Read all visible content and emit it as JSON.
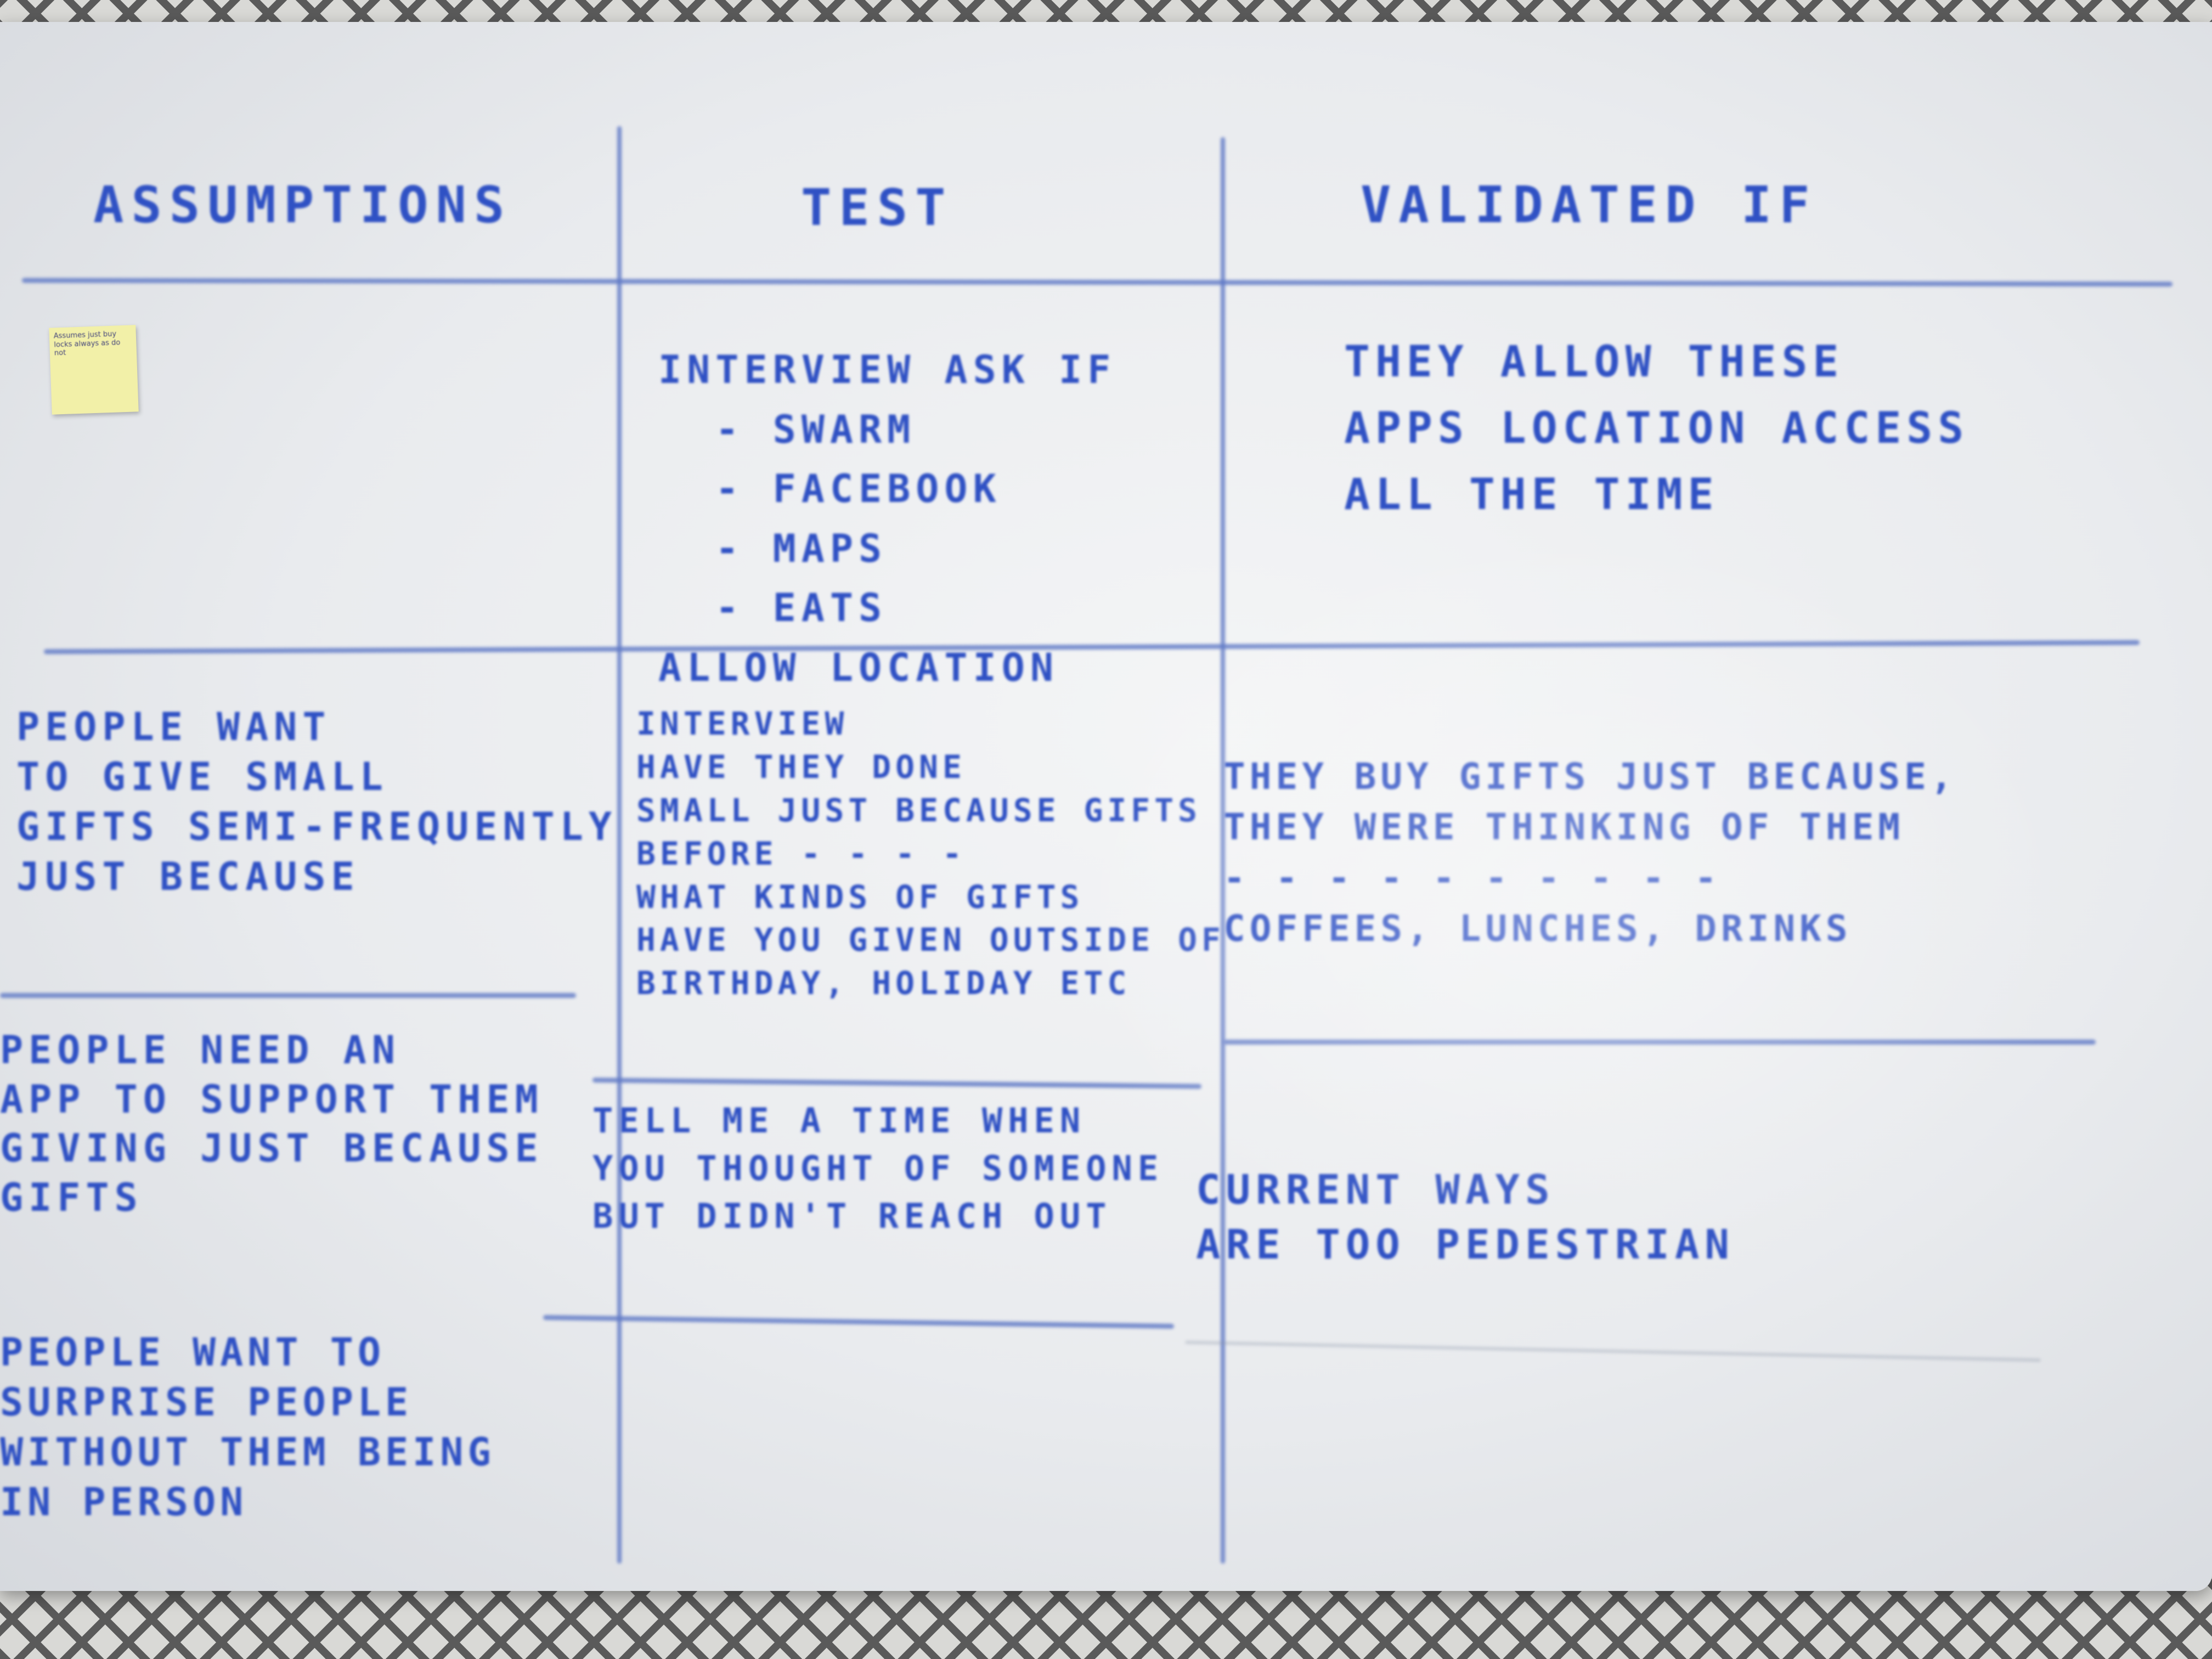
{
  "headers": {
    "assumptions": "ASSUMPTIONS",
    "test": "TEST",
    "validated_if": "VALIDATED IF"
  },
  "sticky_note": "Assumes just buy locks always as do not",
  "rows": [
    {
      "assumption": "",
      "test": "INTERVIEW ASK IF\n  - SWARM\n  - FACEBOOK\n  - MAPS\n  - EATS\nALLOW LOCATION",
      "validated": "THEY ALLOW THESE\nAPPS LOCATION ACCESS\nALL THE TIME"
    },
    {
      "assumption": "PEOPLE WANT\nTO GIVE SMALL\nGIFTS SEMI-FREQUENTLY\nJUST BECAUSE",
      "test": "INTERVIEW\nHAVE THEY DONE\nSMALL JUST BECAUSE GIFTS\nBEFORE - - - -\nWHAT KINDS OF GIFTS\nHAVE YOU GIVEN OUTSIDE OF\nBIRTHDAY, HOLIDAY ETC",
      "validated": "THEY BUY GIFTS JUST BECAUSE,\nTHEY WERE THINKING OF THEM\n- - - - - - - - - -\nCOFFEES, LUNCHES, DRINKS"
    },
    {
      "assumption": "PEOPLE NEED AN\nAPP TO SUPPORT THEM\nGIVING JUST BECAUSE\nGIFTS",
      "test": "TELL ME A TIME WHEN\nYOU THOUGHT OF SOMEONE\nBUT DIDN'T REACH OUT",
      "validated": "CURRENT WAYS\nARE TOO PEDESTRIAN"
    },
    {
      "assumption": "PEOPLE WANT TO\nSURPRISE PEOPLE\nWITHOUT THEM BEING\nIN PERSON",
      "test": "",
      "validated": ""
    }
  ]
}
